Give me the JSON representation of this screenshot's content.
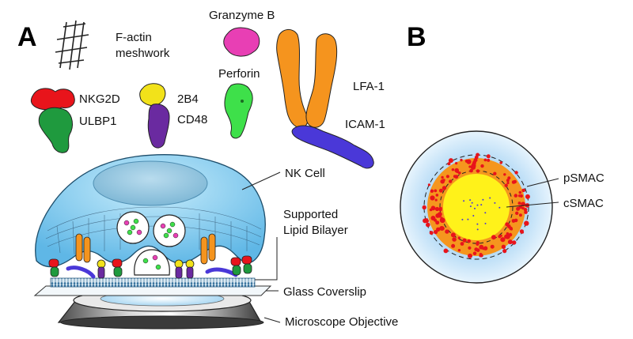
{
  "panels": {
    "a": {
      "letter": "A"
    },
    "b": {
      "letter": "B"
    }
  },
  "legend": {
    "factin_line1": "F-actin",
    "factin_line2": "meshwork",
    "granzyme": "Granzyme B",
    "perforin": "Perforin",
    "lfa1": "LFA-1",
    "icam1": "ICAM-1",
    "nkg2d": "NKG2D",
    "ulbp1": "ULBP1",
    "b2b4": "2B4",
    "cd48": "CD48"
  },
  "callouts": {
    "nk_cell": "NK Cell",
    "bilayer_line1": "Supported",
    "bilayer_line2": "Lipid Bilayer",
    "coverslip": "Glass Coverslip",
    "objective": "Microscope Objective"
  },
  "synapse": {
    "psmac": "pSMAC",
    "csmac": "cSMAC"
  },
  "colors": {
    "nkg2d": "#e8141b",
    "ulbp1": "#1f9a3e",
    "b2b4": "#f2e21a",
    "cd48": "#6a2aa0",
    "granzyme": "#e83fb4",
    "perforin": "#3ee04a",
    "lfa1": "#f5941e",
    "icam1": "#4a38d8",
    "cell": "#8fd0f0",
    "csmac": "#fff21a",
    "psmac_ring": "#f5961e"
  }
}
